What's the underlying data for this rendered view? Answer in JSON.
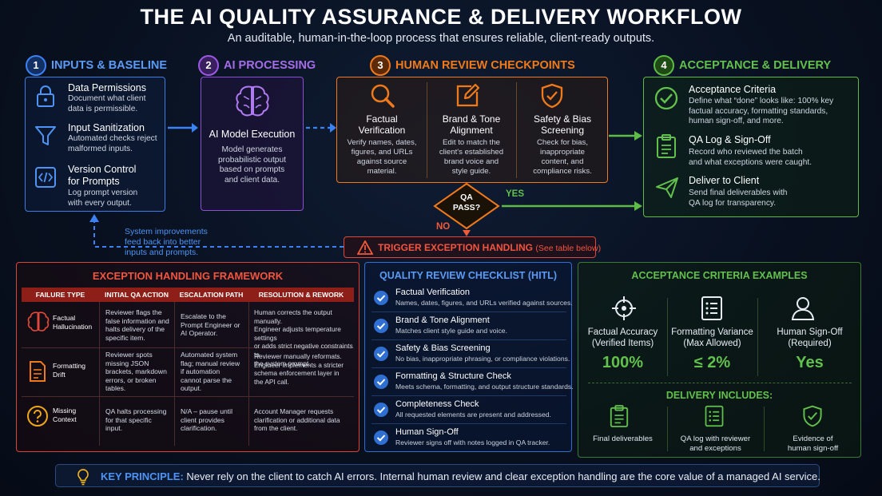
{
  "header": {
    "title": "THE AI QUALITY ASSURANCE & DELIVERY WORKFLOW",
    "subtitle": "An auditable, human-in-the-loop process that ensures reliable, client-ready outputs."
  },
  "stages": [
    {
      "num": "1",
      "label": "INPUTS & BASELINE",
      "color": "#3b82f6"
    },
    {
      "num": "2",
      "label": "AI PROCESSING",
      "color": "#9b59e6"
    },
    {
      "num": "3",
      "label": "HUMAN REVIEW CHECKPOINTS",
      "color": "#f07a1a"
    },
    {
      "num": "4",
      "label": "ACCEPTANCE & DELIVERY",
      "color": "#5dbb46"
    }
  ],
  "inputs": [
    {
      "title": "Data Permissions",
      "desc": [
        "Document what client",
        "data is permissible."
      ],
      "icon": "lock-icon"
    },
    {
      "title": "Input Sanitization",
      "desc": [
        "Automated checks reject",
        "malformed inputs."
      ],
      "icon": "funnel-icon"
    },
    {
      "title_lines": [
        "Version Control",
        "for Prompts"
      ],
      "desc": [
        "Log prompt version",
        "with every output."
      ],
      "icon": "code-icon"
    }
  ],
  "ai": {
    "title": "AI Model Execution",
    "desc": [
      "Model generates",
      "probabilistic output",
      "based on prompts",
      "and client data."
    ],
    "icon": "brain-icon"
  },
  "reviews": [
    {
      "title": [
        "Factual",
        "Verification"
      ],
      "desc": [
        "Verify names, dates,",
        "figures, and URLs",
        "against source",
        "material."
      ],
      "icon": "magnifier-icon"
    },
    {
      "title": [
        "Brand & Tone",
        "Alignment"
      ],
      "desc": [
        "Edit to match the",
        "client's established",
        "brand voice and",
        "style guide."
      ],
      "icon": "edit-icon"
    },
    {
      "title": [
        "Safety & Bias",
        "Screening"
      ],
      "desc": [
        "Check for bias,",
        "inappropriate",
        "content, and",
        "compliance risks."
      ],
      "icon": "shield-icon"
    }
  ],
  "decision": {
    "label": [
      "QA",
      "PASS?"
    ],
    "yes": "YES",
    "no": "NO"
  },
  "exception_trigger": {
    "label": "TRIGGER EXCEPTION HANDLING",
    "note": "(See table below)"
  },
  "feedback": [
    "System improvements",
    "feed back into better",
    "inputs and prompts."
  ],
  "acceptance": [
    {
      "title": "Acceptance Criteria",
      "desc": [
        "Define what “done” looks like: 100% key",
        "factual accuracy, formatting standards,",
        "human sign-off, and more."
      ],
      "icon": "check-circle-icon"
    },
    {
      "title": "QA Log & Sign-Off",
      "desc": [
        "Record who reviewed the batch",
        "and what exceptions were caught."
      ],
      "icon": "clipboard-icon"
    },
    {
      "title": "Deliver to Client",
      "desc": [
        "Send final deliverables with",
        "QA log for transparency."
      ],
      "icon": "send-icon"
    }
  ],
  "exception_framework": {
    "title": "EXCEPTION HANDLING FRAMEWORK",
    "columns": [
      "FAILURE TYPE",
      "INITIAL QA ACTION",
      "ESCALATION PATH",
      "RESOLUTION & REWORK"
    ],
    "rows": [
      {
        "type": [
          "Factual",
          "Hallucination"
        ],
        "icon": "brain-icon",
        "action": [
          "Reviewer flags the",
          "false information and",
          "halts delivery of the",
          "specific item."
        ],
        "escalation": [
          "Escalate to the",
          "Prompt Engineer or",
          "AI Operator."
        ],
        "resolution": [
          "Human corrects the output manually.",
          "Engineer adjusts temperature settings",
          "or adds strict negative constraints to",
          "the system prompt."
        ]
      },
      {
        "type": [
          "Formatting",
          "Drift"
        ],
        "icon": "document-icon",
        "action": [
          "Reviewer spots",
          "missing JSON",
          "brackets, markdown",
          "errors, or broken",
          "tables."
        ],
        "escalation": [
          "Automated system",
          "flag; manual review",
          "if automation",
          "cannot parse the",
          "output."
        ],
        "resolution": [
          "Reviewer manually reformats.",
          "Engineer implements a stricter",
          "schema enforcement layer in",
          "the API call."
        ]
      },
      {
        "type": [
          "Missing",
          "Context"
        ],
        "icon": "question-icon",
        "action": [
          "QA halts processing",
          "for that specific",
          "input."
        ],
        "escalation": [
          "N/A – pause until",
          "client provides",
          "clarification."
        ],
        "resolution": [
          "Account Manager requests",
          "clarification or additional data",
          "from the client."
        ]
      }
    ]
  },
  "checklist": {
    "title": "QUALITY REVIEW CHECKLIST (HITL)",
    "items": [
      {
        "title": "Factual Verification",
        "desc": "Names, dates, figures, and URLs verified against sources."
      },
      {
        "title": "Brand & Tone Alignment",
        "desc": "Matches client style guide and voice."
      },
      {
        "title": "Safety & Bias Screening",
        "desc": "No bias, inappropriate phrasing, or compliance violations."
      },
      {
        "title": "Formatting & Structure Check",
        "desc": "Meets schema, formatting, and output structure standards."
      },
      {
        "title": "Completeness Check",
        "desc": "All requested elements are present and addressed."
      },
      {
        "title": "Human Sign-Off",
        "desc": "Reviewer signs off with notes logged in QA tracker."
      }
    ]
  },
  "acceptance_examples": {
    "title": "ACCEPTANCE CRITERIA EXAMPLES",
    "items": [
      {
        "label": [
          "Factual Accuracy",
          "(Verified Items)"
        ],
        "value": "100%",
        "icon": "target-icon"
      },
      {
        "label": [
          "Formatting Variance",
          "(Max Allowed)"
        ],
        "value": "≤ 2%",
        "icon": "list-icon"
      },
      {
        "label": [
          "Human Sign-Off",
          "(Required)"
        ],
        "value": "Yes",
        "icon": "person-icon"
      }
    ],
    "delivery_title": "DELIVERY INCLUDES:",
    "delivery": [
      {
        "label": [
          "Final deliverables"
        ],
        "icon": "clipboard-icon"
      },
      {
        "label": [
          "QA log with reviewer",
          "and exceptions"
        ],
        "icon": "list-icon"
      },
      {
        "label": [
          "Evidence of",
          "human sign-off"
        ],
        "icon": "shield-check-icon"
      }
    ]
  },
  "key_principle": {
    "label": "KEY PRINCIPLE:",
    "text": "Never rely on the client to catch AI errors. Internal human review and clear exception handling are the core value of a managed AI service."
  },
  "colors": {
    "blue": "#3b82f6",
    "purple": "#9b59e6",
    "orange": "#f07a1a",
    "green": "#5dbb46",
    "red": "#d9443a"
  }
}
